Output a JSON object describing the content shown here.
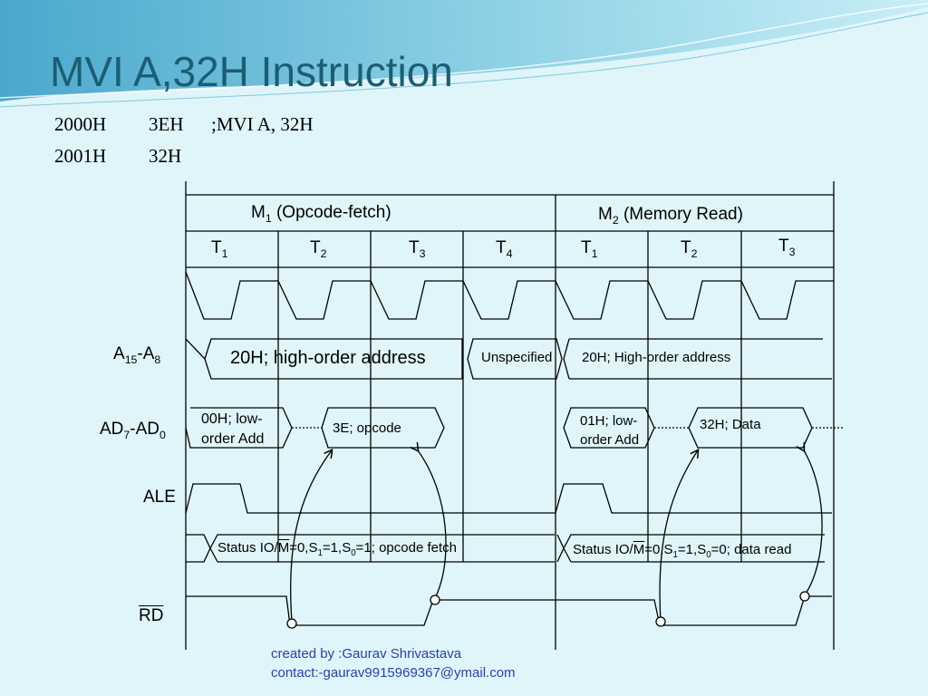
{
  "title": "MVI A,32H Instruction",
  "code": [
    {
      "addr": "2000H",
      "val": "3EH",
      "comment": ";MVI A, 32H"
    },
    {
      "addr": "2001H",
      "val": "32H",
      "comment": ""
    }
  ],
  "cycles": {
    "m1": {
      "base": "M",
      "sub": "1",
      "rest": " (Opcode-fetch)"
    },
    "m2": {
      "base": "M",
      "sub": "2",
      "rest": " (Memory Read)"
    }
  },
  "states": [
    {
      "base": "T",
      "sub": "1"
    },
    {
      "base": "T",
      "sub": "2"
    },
    {
      "base": "T",
      "sub": "3"
    },
    {
      "base": "T",
      "sub": "4"
    },
    {
      "base": "T",
      "sub": "1"
    },
    {
      "base": "T",
      "sub": "2"
    },
    {
      "base": "T",
      "sub": "3"
    }
  ],
  "signals": {
    "a15": {
      "p1": "A",
      "s1": "15",
      "p2": "-A",
      "s2": "8"
    },
    "ad": {
      "p1": "AD",
      "s1": "7",
      "p2": "-AD",
      "s2": "0"
    },
    "ale": "ALE",
    "rd": "RD"
  },
  "bus": {
    "m1_high": "20H; high-order address",
    "unspecified": "Unspecified",
    "m2_high": "20H; High-order address",
    "m1_low_1": "00H; low-",
    "m1_low_2": "order Add",
    "opcode": "3E; opcode",
    "m2_low_1": "01H; low-",
    "m2_low_2": "order Add",
    "data": "32H; Data"
  },
  "status": {
    "m1": {
      "t1": "Status IO/",
      "m": "M",
      "t2": "=0,S",
      "s1": "1",
      "t3": "=1,S",
      "s0": "0",
      "t4": "=1; opcode fetch"
    },
    "m2": {
      "t1": "Status IO/",
      "m": "M",
      "t2": "=0,S",
      "s1": "1",
      "t3": "=1,S",
      "s0": "0",
      "t4": "=0; data read"
    }
  },
  "credit": {
    "line1": "created by :Gaurav Shrivastava",
    "line2": "contact:-gaurav9915969367@ymail.com"
  }
}
